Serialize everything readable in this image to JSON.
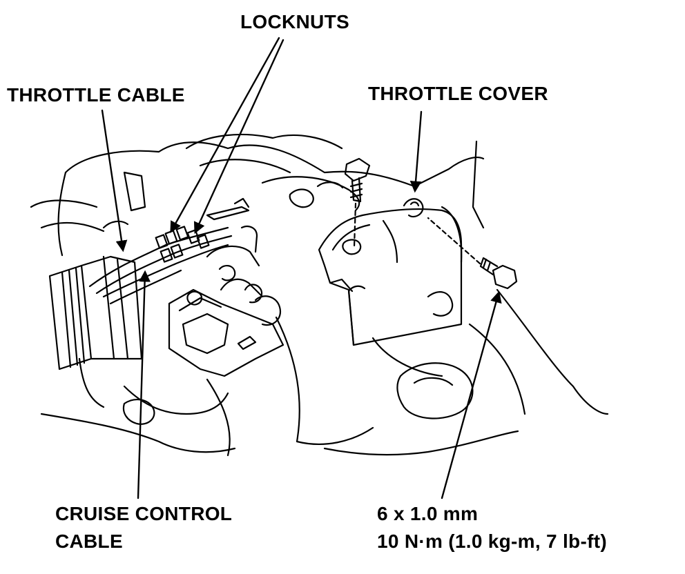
{
  "labels": {
    "locknuts": "LOCKNUTS",
    "throttle_cable": "THROTTLE CABLE",
    "throttle_cover": "THROTTLE COVER",
    "cruise_control_cable_line1": "CRUISE CONTROL",
    "cruise_control_cable_line2": "CABLE",
    "bolt_size": "6 x 1.0 mm",
    "bolt_torque": "10 N·m (1.0 kg-m, 7 lb-ft)"
  },
  "colors": {
    "ink": "#000000",
    "paper": "#ffffff"
  }
}
